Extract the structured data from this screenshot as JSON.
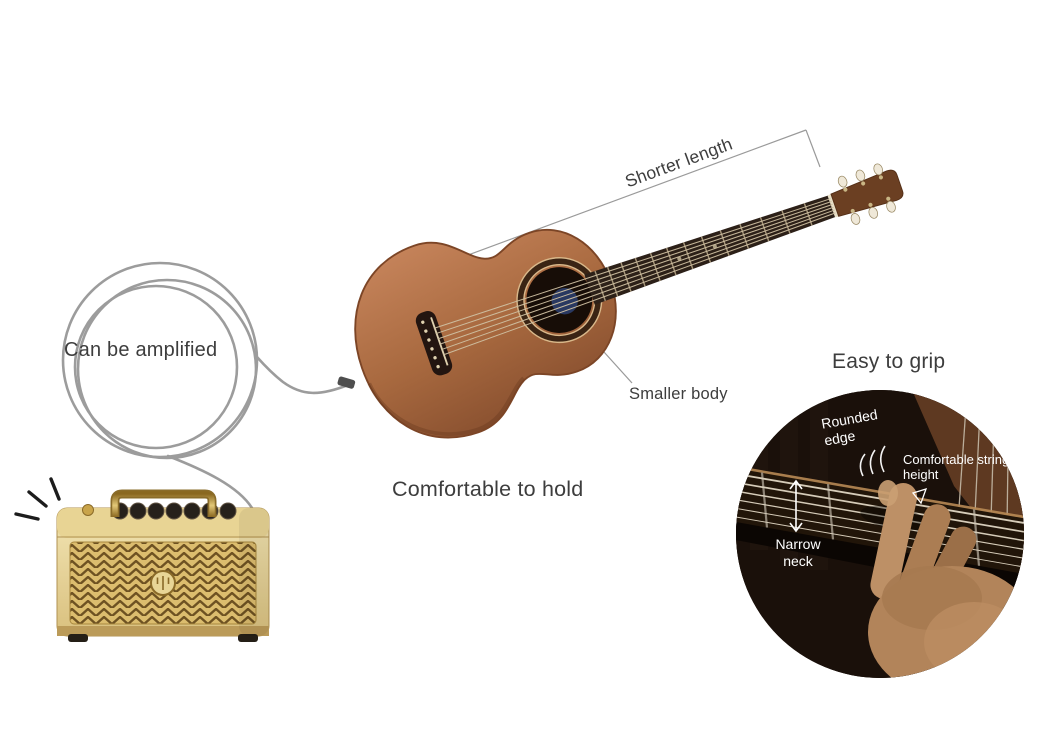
{
  "annotations": {
    "shorter_length": "Shorter length",
    "smaller_body": "Smaller body",
    "comfortable_to_hold": "Comfortable to hold",
    "can_be_amplified": "Can be amplified"
  },
  "grip_section": {
    "heading": "Easy to grip",
    "labels": {
      "rounded_edge": "Rounded edge",
      "comfortable_string_height": "Comfortable string height",
      "narrow_neck": "Narrow neck"
    }
  },
  "colors": {
    "background": "#ffffff",
    "annotation_text": "#3d3d3d",
    "inset_label_text": "#ffffff",
    "guitar_wood": "#b06f46",
    "amp_cream": "#e9d79e",
    "amp_grille_gold": "#d9b96a",
    "cable_gray": "#9c9c9c"
  }
}
